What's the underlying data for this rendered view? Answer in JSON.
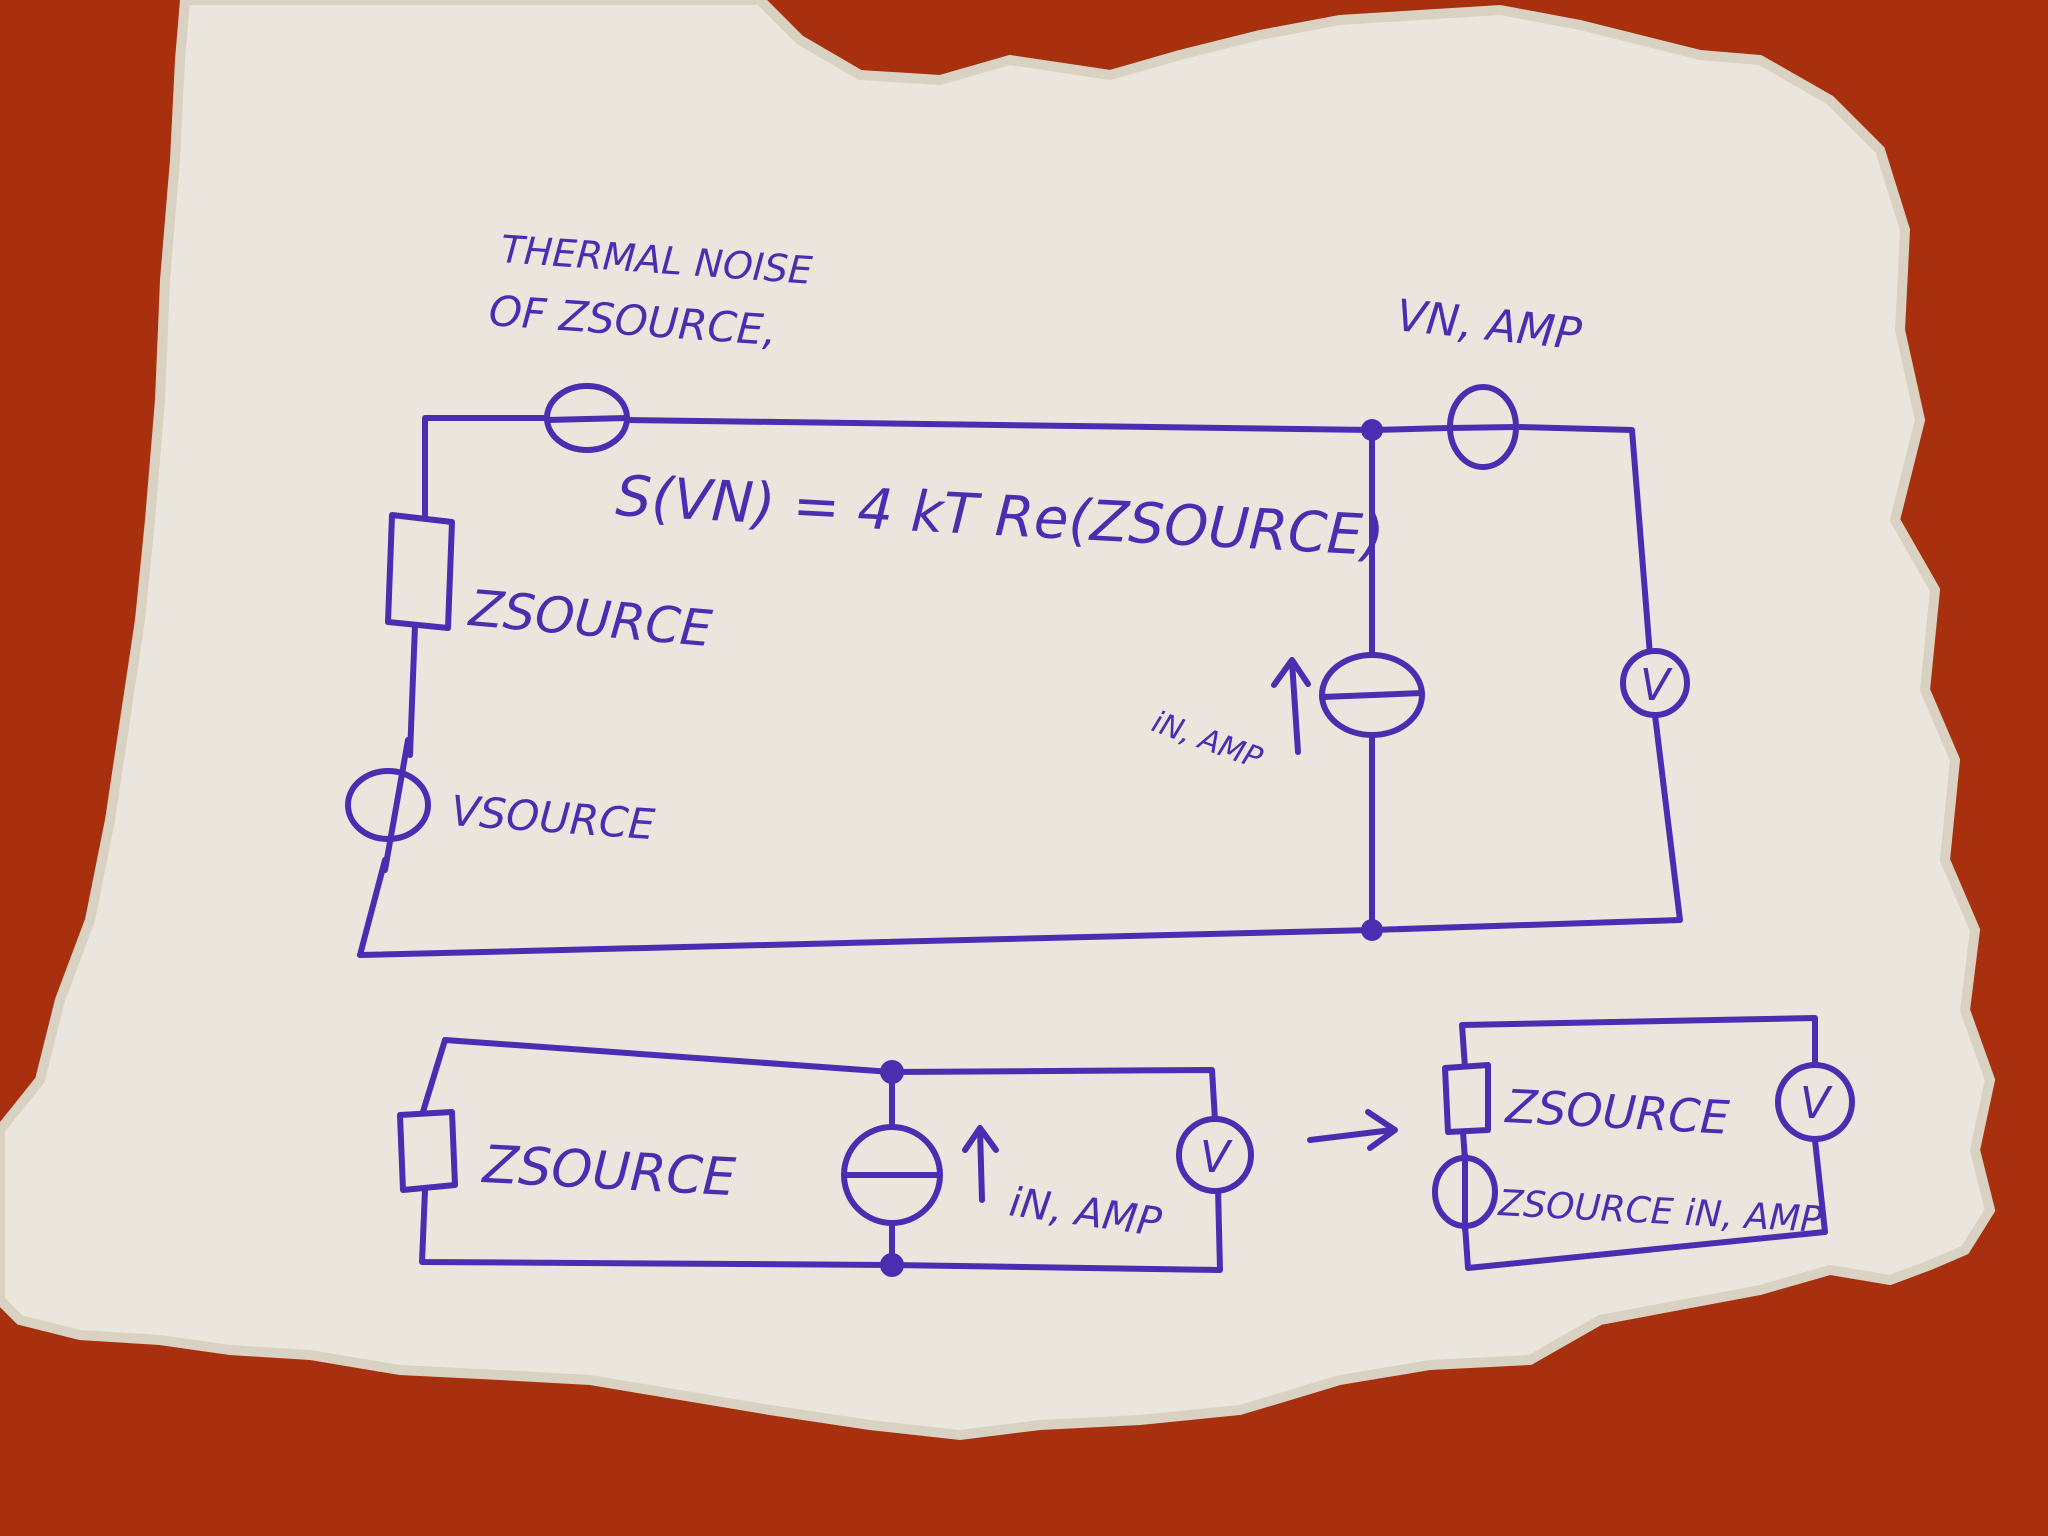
{
  "colors": {
    "background": "#a8300e",
    "paper": "#ebe6dd",
    "ink": "#4a2db0"
  },
  "top_circuit": {
    "annotation_line1": "THERMAL NOISE",
    "annotation_line2": "OF ZSOURCE,",
    "formula": "S(VN) = 4 kT Re(ZSOURCE)",
    "amp_voltage_noise_label": "VN, AMP",
    "impedance_label": "ZSOURCE",
    "source_voltage_label": "VSOURCE",
    "amp_current_noise_label": "iN, AMP",
    "voltmeter_symbol": "V"
  },
  "bottom_left_circuit": {
    "impedance_label": "ZSOURCE",
    "current_noise_label": "iN, AMP",
    "voltmeter_symbol": "V"
  },
  "bottom_right_circuit": {
    "impedance_label": "ZSOURCE",
    "equivalent_source_label": "ZSOURCE iN, AMP",
    "voltmeter_symbol": "V"
  }
}
